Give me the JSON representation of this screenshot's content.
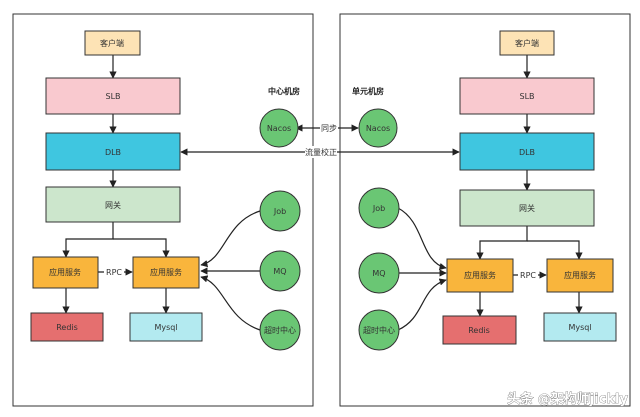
{
  "colors": {
    "client": "#fde3b5",
    "slb": "#f9c9cf",
    "dlb": "#3fc6e0",
    "gateway": "#cce6cc",
    "app": "#f9b53c",
    "redis": "#e56f6f",
    "mysql": "#b3eaf0",
    "node": "#6ac674",
    "border": "#333333"
  },
  "labels": {
    "center_room": "中心机房",
    "unit_room": "单元机房",
    "sync": "同步",
    "traffic_check": "流量校正",
    "rpc": "RPC",
    "watermark": "头条 @架构师jickly"
  },
  "boxes": {
    "left": {
      "client": "客户端",
      "slb": "SLB",
      "dlb": "DLB",
      "gateway": "网关",
      "app1": "应用服务",
      "app2": "应用服务",
      "redis": "Redis",
      "mysql": "Mysql"
    },
    "right": {
      "client": "客户端",
      "slb": "SLB",
      "dlb": "DLB",
      "gateway": "网关",
      "app1": "应用服务",
      "app2": "应用服务",
      "redis": "Redis",
      "mysql": "Mysql"
    }
  },
  "circles": {
    "nacos_left": "Nacos",
    "nacos_right": "Nacos",
    "job_left": "Job",
    "mq_left": "MQ",
    "timeout_left": "超时中心",
    "job_right": "Job",
    "mq_right": "MQ",
    "timeout_right": "超时中心"
  }
}
